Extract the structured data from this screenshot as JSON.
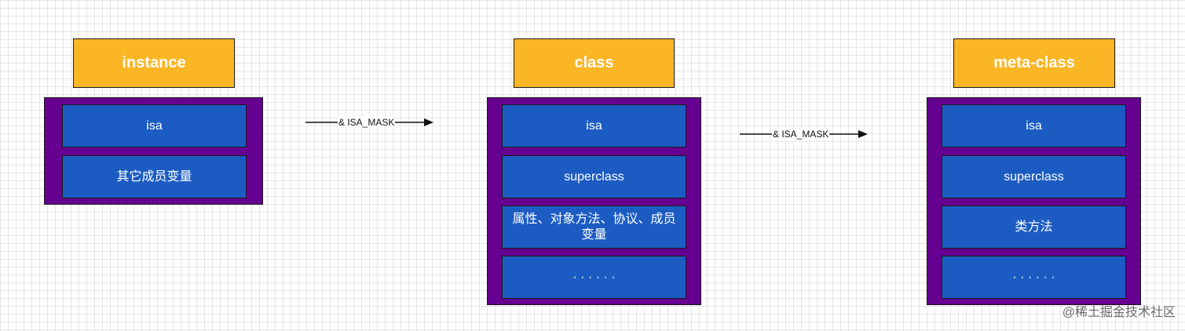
{
  "diagram": {
    "columns": [
      {
        "title": "instance",
        "cells": [
          "isa",
          "其它成员变量"
        ]
      },
      {
        "title": "class",
        "cells": [
          "isa",
          "superclass",
          "属性、对象方法、协议、成员变量",
          "· · · · · ·"
        ]
      },
      {
        "title": "meta-class",
        "cells": [
          "isa",
          "superclass",
          "类方法",
          "· · · · · ·"
        ]
      }
    ],
    "arrows": [
      {
        "label": "& ISA_MASK"
      },
      {
        "label": "& ISA_MASK"
      }
    ]
  },
  "watermark": "@稀土掘金技术社区",
  "colors": {
    "title_fill": "#fbb626",
    "container_fill": "#650090",
    "cell_fill": "#1c5cc2",
    "text": "#ffffff"
  }
}
